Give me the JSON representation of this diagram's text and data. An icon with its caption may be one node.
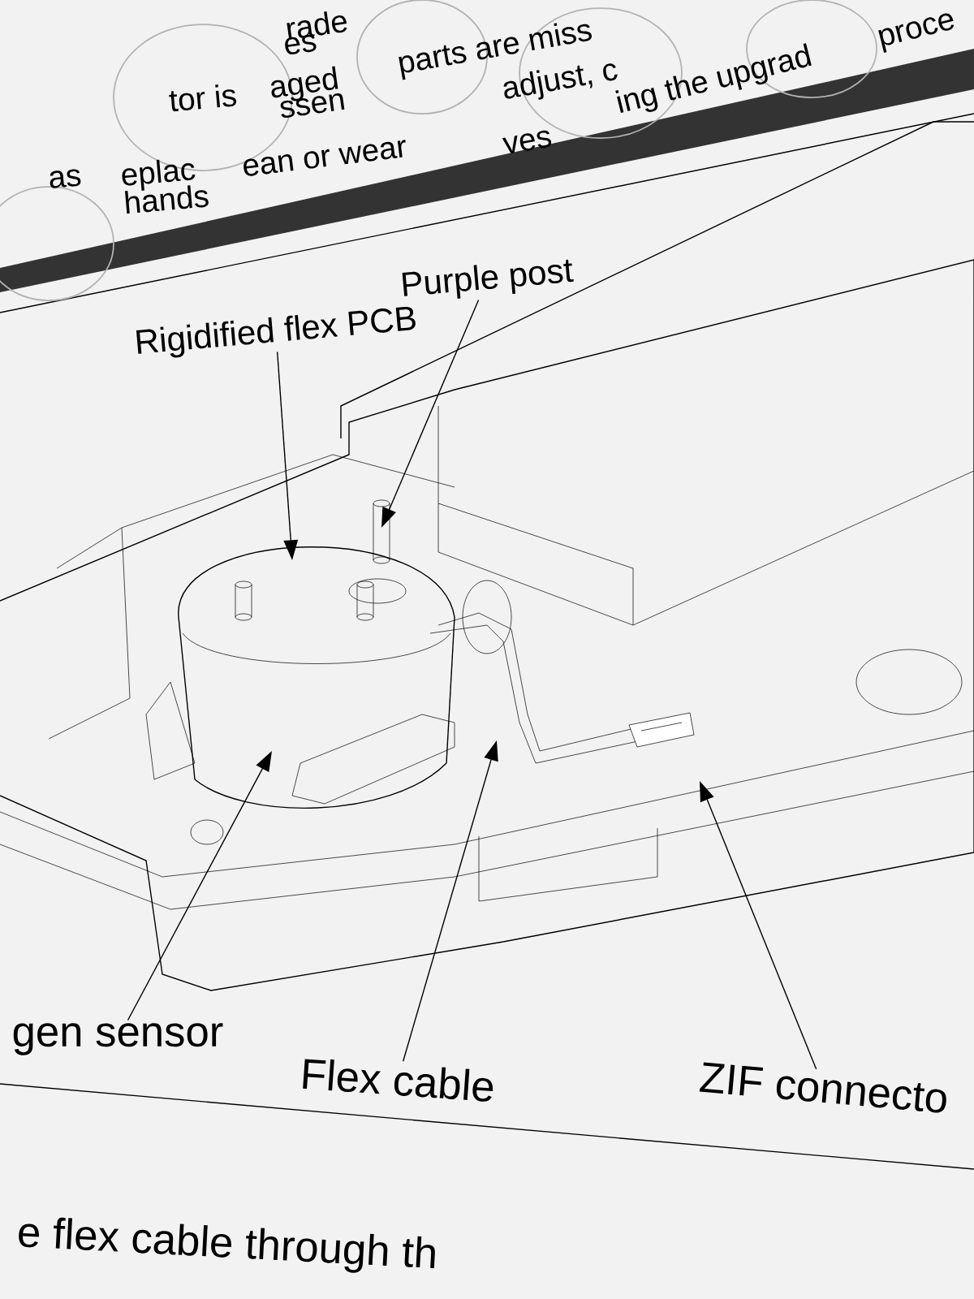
{
  "diagram": {
    "nodes": [
      {
        "text": [
          "Rigidified flex PCB"
        ]
      },
      {
        "text": [
          "Purple post"
        ]
      },
      {
        "text": [
          "gen sensor"
        ]
      },
      {
        "text": [
          "Flex cable"
        ]
      },
      {
        "text": [
          "ZIF connecto"
        ]
      }
    ],
    "edges": [
      {
        "from": 0,
        "to": null,
        "arrow": "to"
      },
      {
        "from": 1,
        "to": null,
        "arrow": "to"
      },
      {
        "from": 2,
        "to": null,
        "arrow": "to"
      },
      {
        "from": 3,
        "to": null,
        "arrow": "to"
      },
      {
        "from": 4,
        "to": null,
        "arrow": "to"
      }
    ],
    "labels": [
      "rade",
      "parts are miss",
      "es",
      "aged",
      "adjust, c",
      "tor is",
      "ssen",
      "ing the upgrad",
      "proce",
      "ves",
      "eplac",
      "ean or wear",
      "as",
      "hands",
      "e flex cable through th"
    ]
  }
}
